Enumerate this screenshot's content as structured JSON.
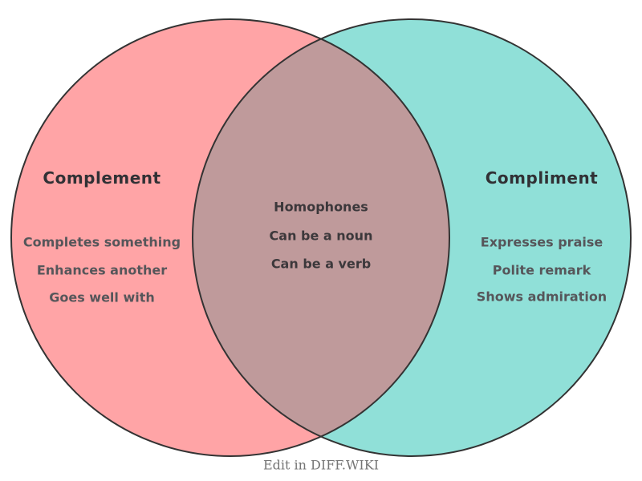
{
  "venn": {
    "stroke_color": "#333333",
    "left": {
      "title": "Complement",
      "fill": "#FFA4A6",
      "items": [
        "Completes something",
        "Enhances another",
        "Goes well with"
      ]
    },
    "right": {
      "title": "Compliment",
      "fill": "#90E0D8",
      "items": [
        "Expresses praise",
        "Polite remark",
        "Shows admiration"
      ]
    },
    "overlap": {
      "fill": "#BF9A9B",
      "items": [
        "Homophones",
        "Can be a noun",
        "Can be a verb"
      ]
    },
    "footer": {
      "label": "Edit in DIFF.WIKI"
    }
  }
}
